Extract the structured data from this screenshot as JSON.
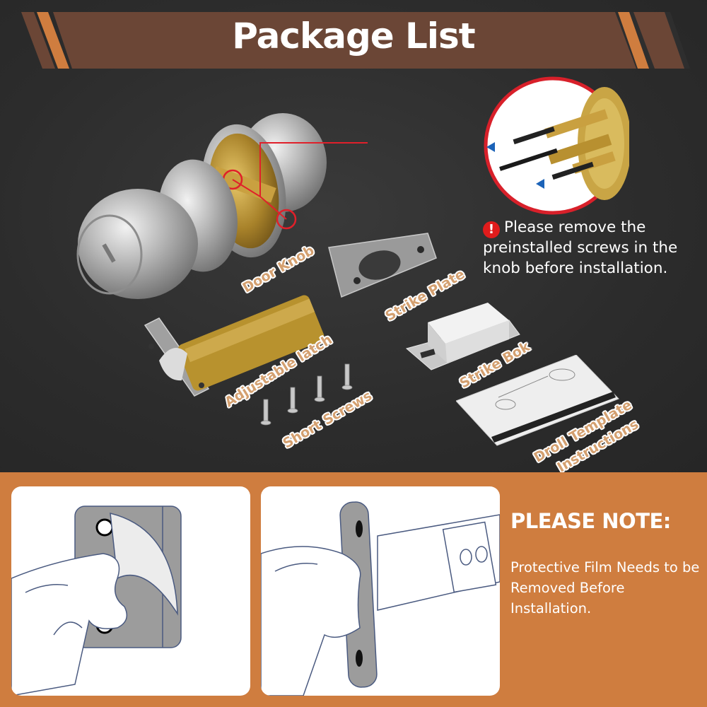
{
  "banner": {
    "title": "Package List",
    "colors": {
      "band": "#6b4636",
      "stripe": "#cf7d3f",
      "background": "#2e2e2e"
    }
  },
  "components": [
    {
      "id": "door-knob",
      "label": "Door Knob"
    },
    {
      "id": "strike-plate",
      "label": "Strike Plate"
    },
    {
      "id": "adjustable-latch",
      "label": "Adjustable latch"
    },
    {
      "id": "strike-box",
      "label": "Strike Bok"
    },
    {
      "id": "short-screws",
      "label": "Short Screws"
    },
    {
      "id": "drill-template",
      "label_line1": "Droll Template",
      "label_line2": "Instructions"
    }
  ],
  "callout": {
    "icon": "exclamation-icon",
    "icon_glyph": "!",
    "text": "Please remove the preinstalled screws in the knob before installation.",
    "ring_color": "#d8202a"
  },
  "note": {
    "title": "PLEASE NOTE:",
    "body": "Protective Film Needs to be Removed Before Installation.",
    "background": "#cf7d3f"
  },
  "illustrations": [
    {
      "id": "strike-plate-film-peel",
      "description": "hand peeling protective film from strike plate"
    },
    {
      "id": "latch-film-peel",
      "description": "hand peeling protective film from latch faceplate"
    }
  ]
}
